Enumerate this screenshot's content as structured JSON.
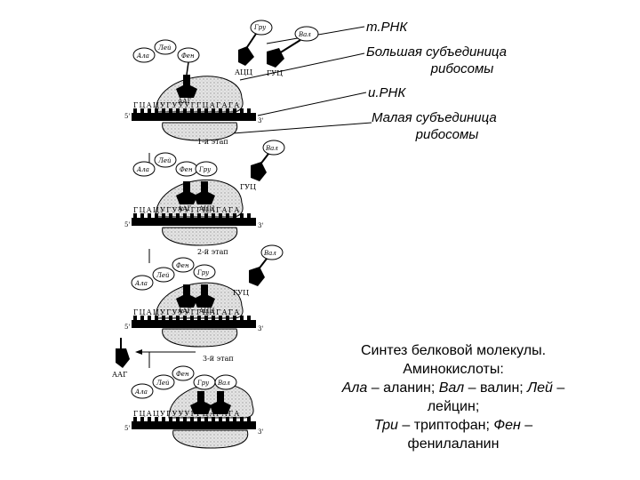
{
  "labels": {
    "trna": "т.РНК",
    "large_subunit_1": "Большая субъединица",
    "large_subunit_2": "рибосомы",
    "mrna": "и.РНК",
    "small_subunit_1": "Малая субъединица",
    "small_subunit_2": "рибосомы"
  },
  "stages": [
    "1-й этап",
    "2-й этап",
    "3-й этап"
  ],
  "ends": {
    "five": "5'",
    "three": "3'"
  },
  "mrna_sequence": [
    "Г",
    "Ц",
    "А",
    "Ц",
    "У",
    "Г",
    "У",
    "У",
    "У",
    "Г",
    "Г",
    "Ц",
    "А",
    "Г",
    "А",
    "Г",
    "А"
  ],
  "codons": {
    "aaa": "ААА",
    "aag": "ААГ",
    "agc": "АЦЦ",
    "gug": "ГУЦ",
    "agu": "АГЦ"
  },
  "amino_acids": {
    "tri": "Гру",
    "val": "Вал",
    "lei": "Лей",
    "ala": "Ала",
    "fen": "Фен"
  },
  "caption": {
    "line1": "Синтез белковой молекулы.",
    "line2": "Аминокислоты:",
    "l3a": "Ала",
    "l3b": " – аланин; ",
    "l3c": "Вал",
    "l3d": " – валин; ",
    "l3e": "Лей",
    "l3f": " –",
    "line4": "лейцин;",
    "l5a": "Три",
    "l5b": " – триптофан; ",
    "l5c": "Фен",
    "l5d": " –",
    "line6": "фенилаланин"
  },
  "colors": {
    "ink": "#000000",
    "ribosome": "#e8e8e8",
    "background": "#ffffff"
  }
}
